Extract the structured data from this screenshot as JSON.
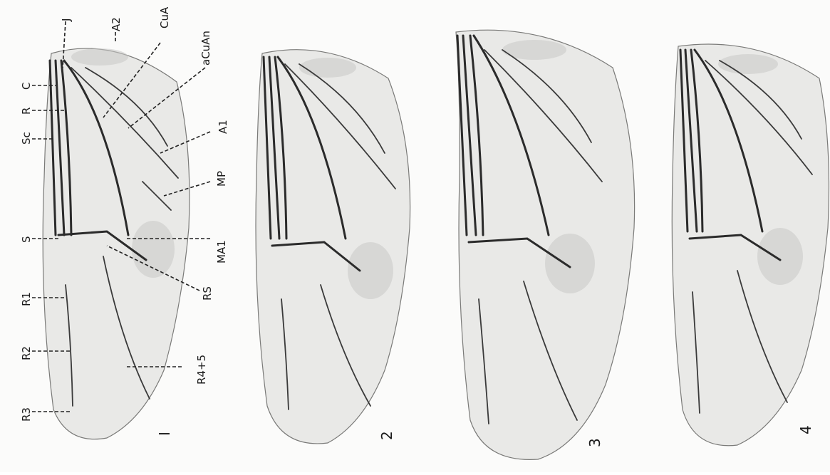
{
  "labels": {
    "j": "J",
    "a2": "A2",
    "cua": "CuA",
    "acuan": "aCuAn",
    "c": "C",
    "r": "R",
    "sc": "Sc",
    "a1": "A1",
    "mp": "MP",
    "s": "S",
    "ma1": "MA1",
    "rs": "RS",
    "r1": "R1",
    "r2": "R2",
    "r45": "R4+5",
    "r3": "R3"
  },
  "figures": [
    "I",
    "2",
    "3",
    "4"
  ]
}
